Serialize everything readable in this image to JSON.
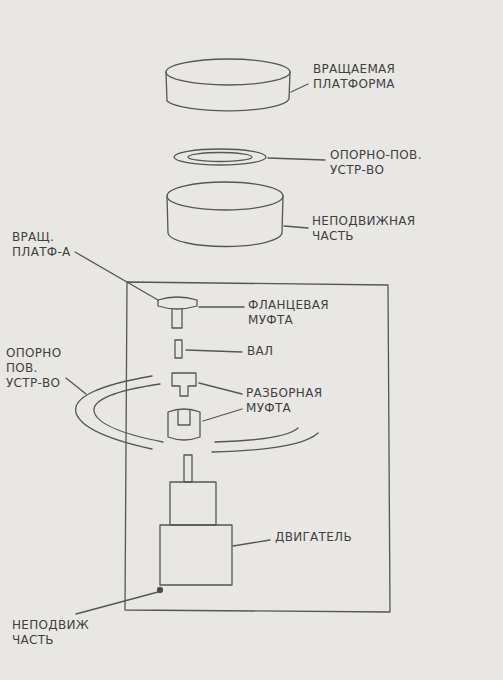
{
  "diagram": {
    "labels": [
      "ВРАЩАЕМАЯ ПЛАТФОРМА",
      "ОПОРНО-ПОВ. УСТР-ВО",
      "НЕПОДВИЖНАЯ ЧАСТЬ",
      "ВРАЩ. ПЛАТФ-А",
      "ФЛАНЦЕВАЯ МУФТА",
      "ВАЛ",
      "ОПОРНО ПОВ. УСТР-ВО",
      "РАЗБОРНАЯ МУФТА",
      "ДВИГАТЕЛЬ",
      "НЕПОДВИЖ ЧАСТЬ"
    ]
  }
}
